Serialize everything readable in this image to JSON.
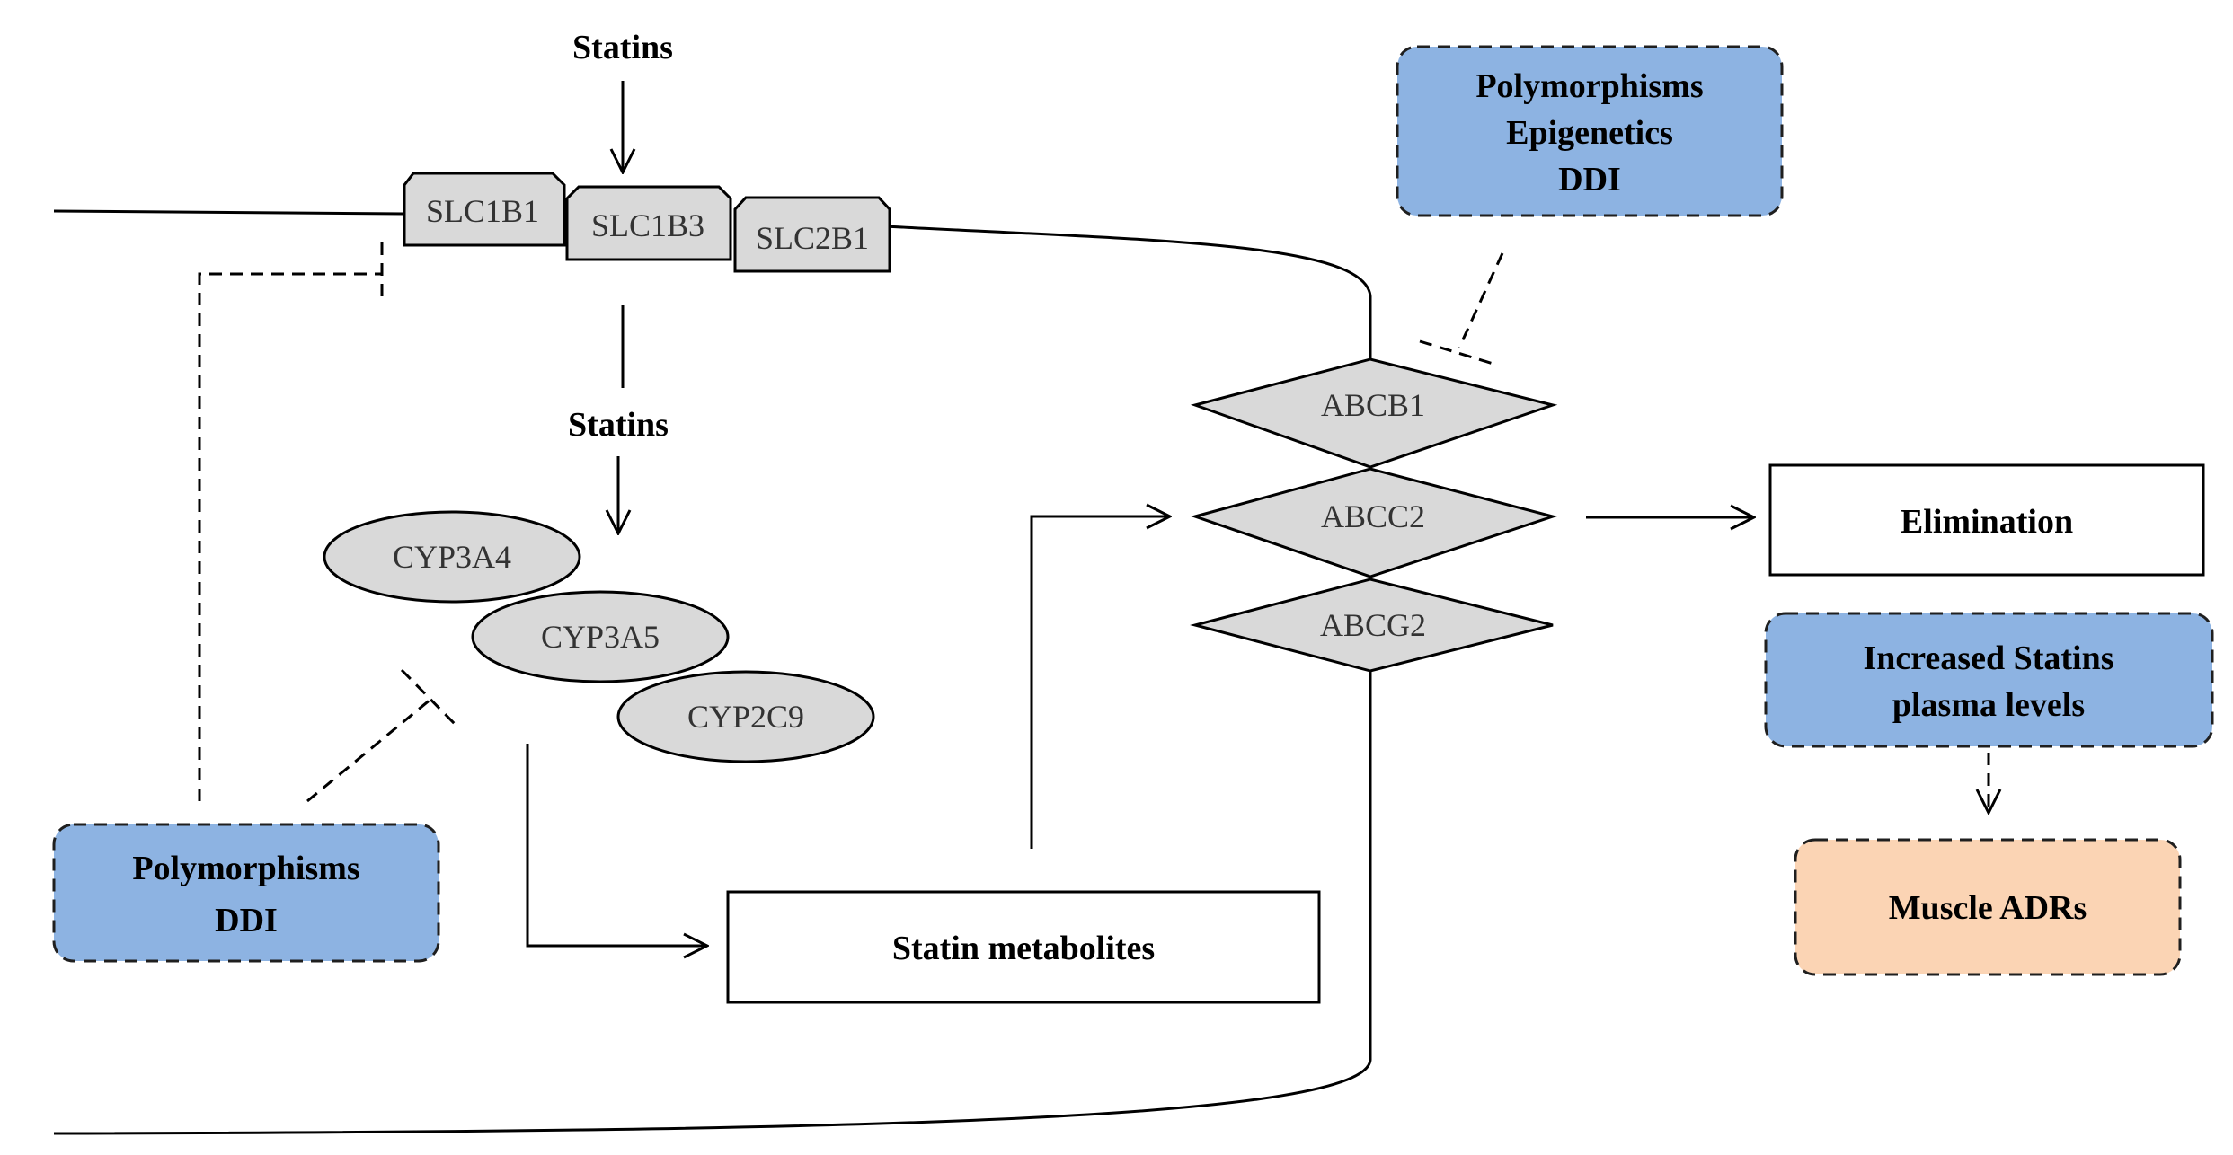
{
  "labels": {
    "statins_top": "Statins",
    "statins_mid": "Statins",
    "statin_metabolites": "Statin metabolites",
    "elimination": "Elimination",
    "polymorphisms_ddi": [
      "Polymorphisms",
      "DDI"
    ],
    "polymorphisms_epigenetics_ddi": [
      "Polymorphisms",
      "Epigenetics",
      "DDI"
    ],
    "increased_plasma": [
      "Increased Statins",
      "plasma levels"
    ],
    "muscle_adrs": "Muscle ADRs"
  },
  "uptake_transporters": [
    "SLC1B1",
    "SLC1B3",
    "SLC2B1"
  ],
  "enzymes": [
    "CYP3A4",
    "CYP3A5",
    "CYP2C9"
  ],
  "efflux_transporters": [
    "ABCB1",
    "ABCC2",
    "ABCG2"
  ],
  "colors": {
    "gene_fill": "#d9d9d9",
    "modifier_fill": "#8db3e2",
    "adr_fill": "#fbd4b4"
  }
}
